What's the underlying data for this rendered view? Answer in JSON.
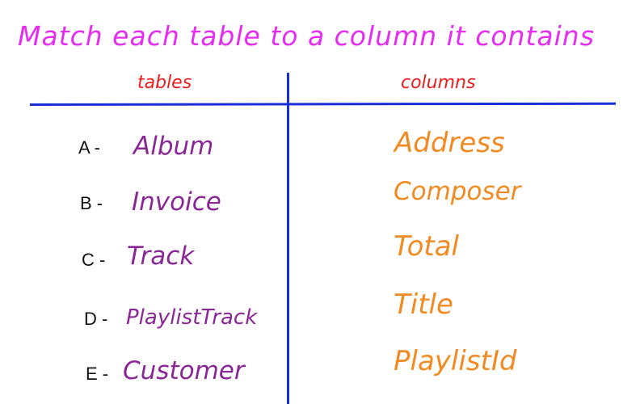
{
  "title": "Match each table to a column it contains",
  "headers": {
    "tables": "tables",
    "columns": "columns"
  },
  "rows": [
    {
      "letter": "A -",
      "table": "Album"
    },
    {
      "letter": "B  -",
      "table": "Invoice"
    },
    {
      "letter": "C -",
      "table": "Track"
    },
    {
      "letter": "D -",
      "table": "PlaylistTrack"
    },
    {
      "letter": "E -",
      "table": "Customer"
    }
  ],
  "columns": [
    "Address",
    "Composer",
    "Total",
    "Title",
    "PlaylistId"
  ],
  "colors": {
    "title": "#e52cf0",
    "headers": "#ee1c1c",
    "rules": "#1a2ed8",
    "tables": "#8a2796",
    "columns": "#f28a22",
    "letters": "#111111"
  }
}
